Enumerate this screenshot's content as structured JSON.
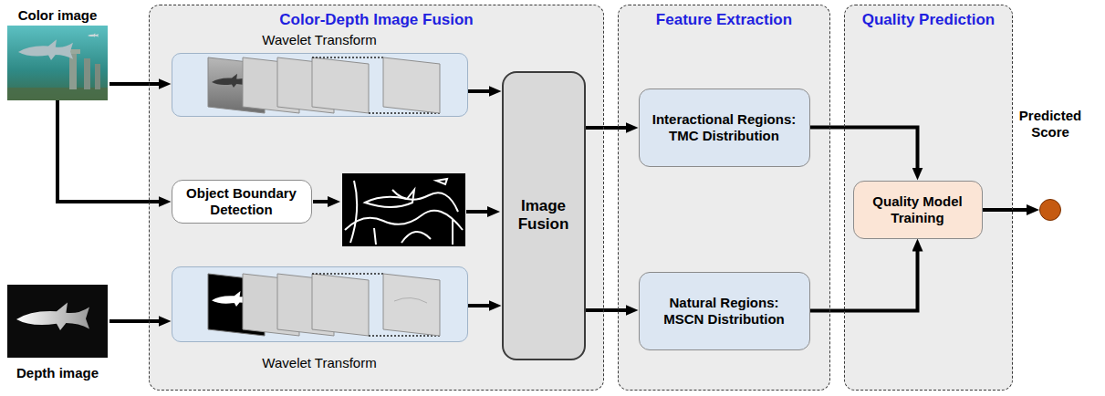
{
  "diagram": {
    "nodes": [
      {
        "text": [
          "Color image"
        ]
      },
      {
        "text": [
          "Depth image"
        ]
      },
      {
        "text": [
          "Color-Depth Image Fusion"
        ]
      },
      {
        "text": [
          "Wavelet Transform"
        ],
        "in": 2
      },
      {
        "text": [
          "Object Boundary Detection"
        ],
        "in": 2
      },
      {
        "text": [
          "Wavelet Transform"
        ],
        "in": 2
      },
      {
        "text": [
          "Image Fusion"
        ],
        "in": 2
      },
      {
        "text": [
          "Feature Extraction"
        ]
      },
      {
        "text": [
          "Interactional Regions: TMC Distribution"
        ],
        "in": 7
      },
      {
        "text": [
          "Natural Regions: MSCN Distribution"
        ],
        "in": 7
      },
      {
        "text": [
          "Quality Prediction"
        ]
      },
      {
        "text": [
          "Quality Model Training"
        ],
        "in": 10
      },
      {
        "text": [
          "Predicted Score"
        ]
      }
    ],
    "edges": [
      {
        "from": 0,
        "to": 3,
        "arrow": "to"
      },
      {
        "from": 0,
        "to": 4,
        "arrow": "to"
      },
      {
        "from": 1,
        "to": 5,
        "arrow": "to"
      },
      {
        "from": 3,
        "to": 6,
        "arrow": "to"
      },
      {
        "from": 5,
        "to": 6,
        "arrow": "to"
      },
      {
        "from": 6,
        "to": 8,
        "arrow": "to"
      },
      {
        "from": 6,
        "to": 9,
        "arrow": "to"
      },
      {
        "from": 8,
        "to": 11,
        "arrow": "to"
      },
      {
        "from": 9,
        "to": 11,
        "arrow": "to"
      },
      {
        "from": 11,
        "to": 12,
        "arrow": "to"
      }
    ]
  }
}
